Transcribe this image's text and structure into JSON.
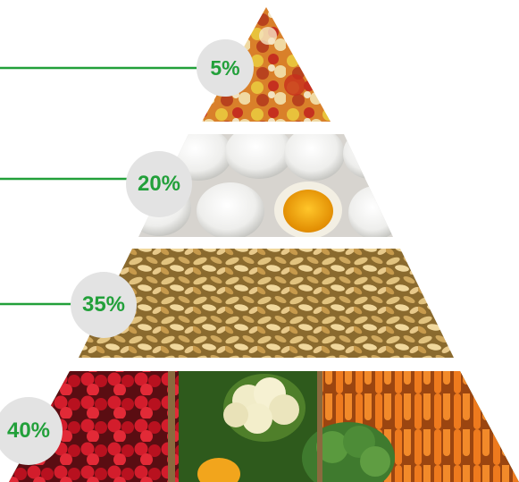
{
  "diagram": {
    "accent_color": "#22a03a",
    "badge_color": "#e3e3e3",
    "tiers": [
      {
        "id": "sweets",
        "label": "5%",
        "value": 5,
        "image": "candy-sweets"
      },
      {
        "id": "proteins",
        "label": "20%",
        "value": 20,
        "image": "eggs"
      },
      {
        "id": "grains",
        "label": "35%",
        "value": 35,
        "image": "grains"
      },
      {
        "id": "vegetables",
        "label": "40%",
        "value": 40,
        "image": "vegetables"
      }
    ]
  }
}
